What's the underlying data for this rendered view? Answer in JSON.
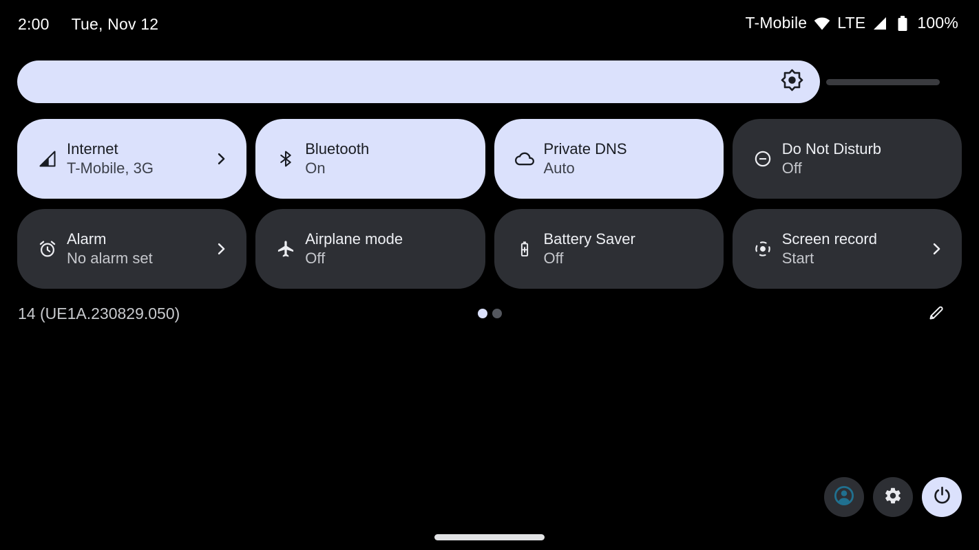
{
  "status_bar": {
    "time": "2:00",
    "date": "Tue, Nov 12",
    "carrier": "T-Mobile",
    "network_type": "LTE",
    "battery_level": "100%"
  },
  "brightness_slider": {
    "level_percent": 87
  },
  "quick_settings": {
    "tiles": [
      {
        "title": "Internet",
        "subtitle": "T-Mobile, 3G",
        "state": "active",
        "has_chevron": true
      },
      {
        "title": "Bluetooth",
        "subtitle": "On",
        "state": "active",
        "has_chevron": false
      },
      {
        "title": "Private DNS",
        "subtitle": "Auto",
        "state": "active",
        "has_chevron": false
      },
      {
        "title": "Do Not Disturb",
        "subtitle": "Off",
        "state": "inactive",
        "has_chevron": false
      },
      {
        "title": "Alarm",
        "subtitle": "No alarm set",
        "state": "inactive",
        "has_chevron": true
      },
      {
        "title": "Airplane mode",
        "subtitle": "Off",
        "state": "inactive",
        "has_chevron": false
      },
      {
        "title": "Battery Saver",
        "subtitle": "Off",
        "state": "inactive",
        "has_chevron": false
      },
      {
        "title": "Screen record",
        "subtitle": "Start",
        "state": "inactive",
        "has_chevron": true
      }
    ]
  },
  "footer": {
    "build_number": "14 (UE1A.230829.050)",
    "page_count": 2,
    "active_page": 1
  },
  "colors": {
    "background": "#000000",
    "tile_active_bg": "#dbe1fc",
    "tile_inactive_bg": "#2d2f34",
    "tile_active_text": "#191c22",
    "tile_inactive_text": "#eef0f4",
    "slider_fill": "#dbe1fc",
    "slider_track": "#3a3b3f",
    "user_icon_accent": "#20708f",
    "status_text": "#ffffff"
  }
}
